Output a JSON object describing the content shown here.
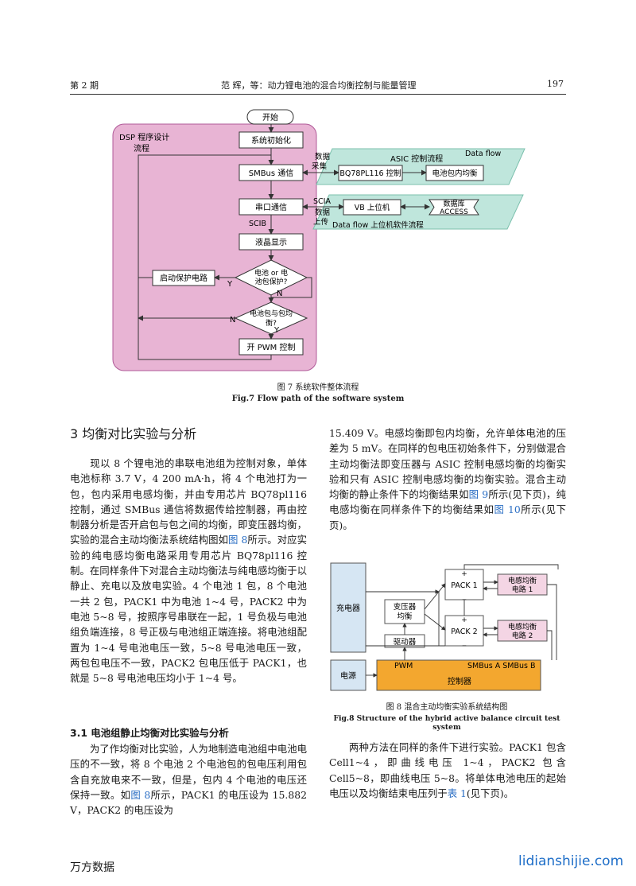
{
  "header": {
    "issue": "第 2 期",
    "running_title": "范  辉，等：动力锂电池的混合均衡控制与能量管理",
    "page_number": "197"
  },
  "fig7": {
    "region_label_1": "DSP 程序设计",
    "region_label_2": "流程",
    "start": "开始",
    "init": "系统初始化",
    "smbus": "SMBus 通信",
    "serial": "串口通信",
    "lcd": "液晶显示",
    "decision1_a": "电池 or 电",
    "decision1_b": "池包保护?",
    "decision2_a": "电池包与包均",
    "decision2_b": "衡?",
    "protect": "启动保护电路",
    "pwm": "开 PWM 控制",
    "y": "Y",
    "n": "N",
    "data_collect_1": "数据",
    "data_collect_2": "采集",
    "asic_title": "ASIC 控制流程",
    "dataflow": "Data flow",
    "bq": "BQ78PL116 控制",
    "cell_balance": "电池包内均衡",
    "scia": "SCIA",
    "scib": "SCIB",
    "upload_1": "数据",
    "upload_2": "上传",
    "vb": "VB 上位机",
    "db_1": "数据库",
    "db_2": "ACCESS",
    "lower_flow": "Data flow 上位机软件流程",
    "caption_cn": "图 7    系统软件整体流程",
    "caption_en": "Fig.7    Flow path of the software system"
  },
  "section": {
    "title": "3   均衡对比实验与分析"
  },
  "left_para1": "现以 8 个锂电池的串联电池组为控制对象，单体电池标称 3.7 V，4 200 mA·h，将 4 个电池打为一包，包内采用电感均衡，并由专用芯片 BQ78pl116 控制，通过 SMBus 通信将数据传给控制器，再由控制器分析是否开启包与包之间的均衡，即变压器均衡，实验的混合主动均衡法系统结构图如",
  "left_para1_link": "图 8",
  "left_para1_tail": "所示。对应实验的纯电感均衡电路采用专用芯片 BQ78pl116 控制。在同样条件下对混合主动均衡法与纯电感均衡于以静止、充电以及放电实验。4 个电池 1 包，8 个电池一共 2 包，PACK1 中为电池 1~4 号，PACK2 中为电池 5~8 号，按照序号串联在一起，1 号负极与电池组负端连接，8 号正极与电池组正端连接。将电池组配置为 1~4 号电池电压一致，5~8 号电池电压一致，两包包电压不一致，PACK2 包电压低于 PACK1，也就是 5~8 号电池电压均小于 1~4 号。",
  "subsection": "3.1   电池组静止均衡对比实验与分析",
  "left_para2": "为了作均衡对比实验，人为地制造电池组中电池电压的不一致，将 8 个电池 2 个电池包的包电压利用包含自充放电来不一致，但是，包内 4 个电池的电压还保持一致。如",
  "left_para2_link": "图 8",
  "left_para2_tail": "所示，PACK1 的电压设为 15.882 V，PACK2 的电压设为",
  "right_para1_a": "15.409 V。电感均衡即包内均衡，允许单体电池的压差为 5 mV。在同样的包电压初始条件下，分别做混合主动均衡法即变压器与 ASIC 控制电感均衡的均衡实验和只有 ASIC 控制电感均衡的均衡实验。混合主动均衡的静止条件下的均衡结果如",
  "right_para1_link1": "图 9",
  "right_para1_b": "所示(见下页)，纯电感均衡在同样条件下的均衡结果如",
  "right_para1_link2": "图 10",
  "right_para1_c": "所示(见下页)。",
  "fig8": {
    "charger": "充电器",
    "power": "电源",
    "pack1": "PACK 1",
    "pack2": "PACK 2",
    "transformer_1": "变压器",
    "transformer_2": "均衡",
    "driver": "驱动器",
    "ind1_1": "电感均衡",
    "ind1_2": "电路 1",
    "ind2_1": "电感均衡",
    "ind2_2": "电路 2",
    "pwm": "PWM",
    "smbus": "SMBus A  SMBus B",
    "controller": "控制器",
    "plus": "+",
    "minus": "_",
    "caption_cn": "图 8    混合主动均衡实验系统结构图",
    "caption_en": "Fig.8    Structure of the hybrid active balance circuit test system"
  },
  "right_para2_a": "两种方法在同样的条件下进行实验。PACK1 包含 Cell1~4，即曲线电压 1~4，PACK2 包含 Cell5~8，即曲线电压 5~8。将单体电池电压的起始电压以及均衡结束电压列于",
  "right_para2_link": "表 1",
  "right_para2_b": "(见下页)。",
  "footer": {
    "left": "万方数据",
    "right": "lidianshijie.com"
  }
}
